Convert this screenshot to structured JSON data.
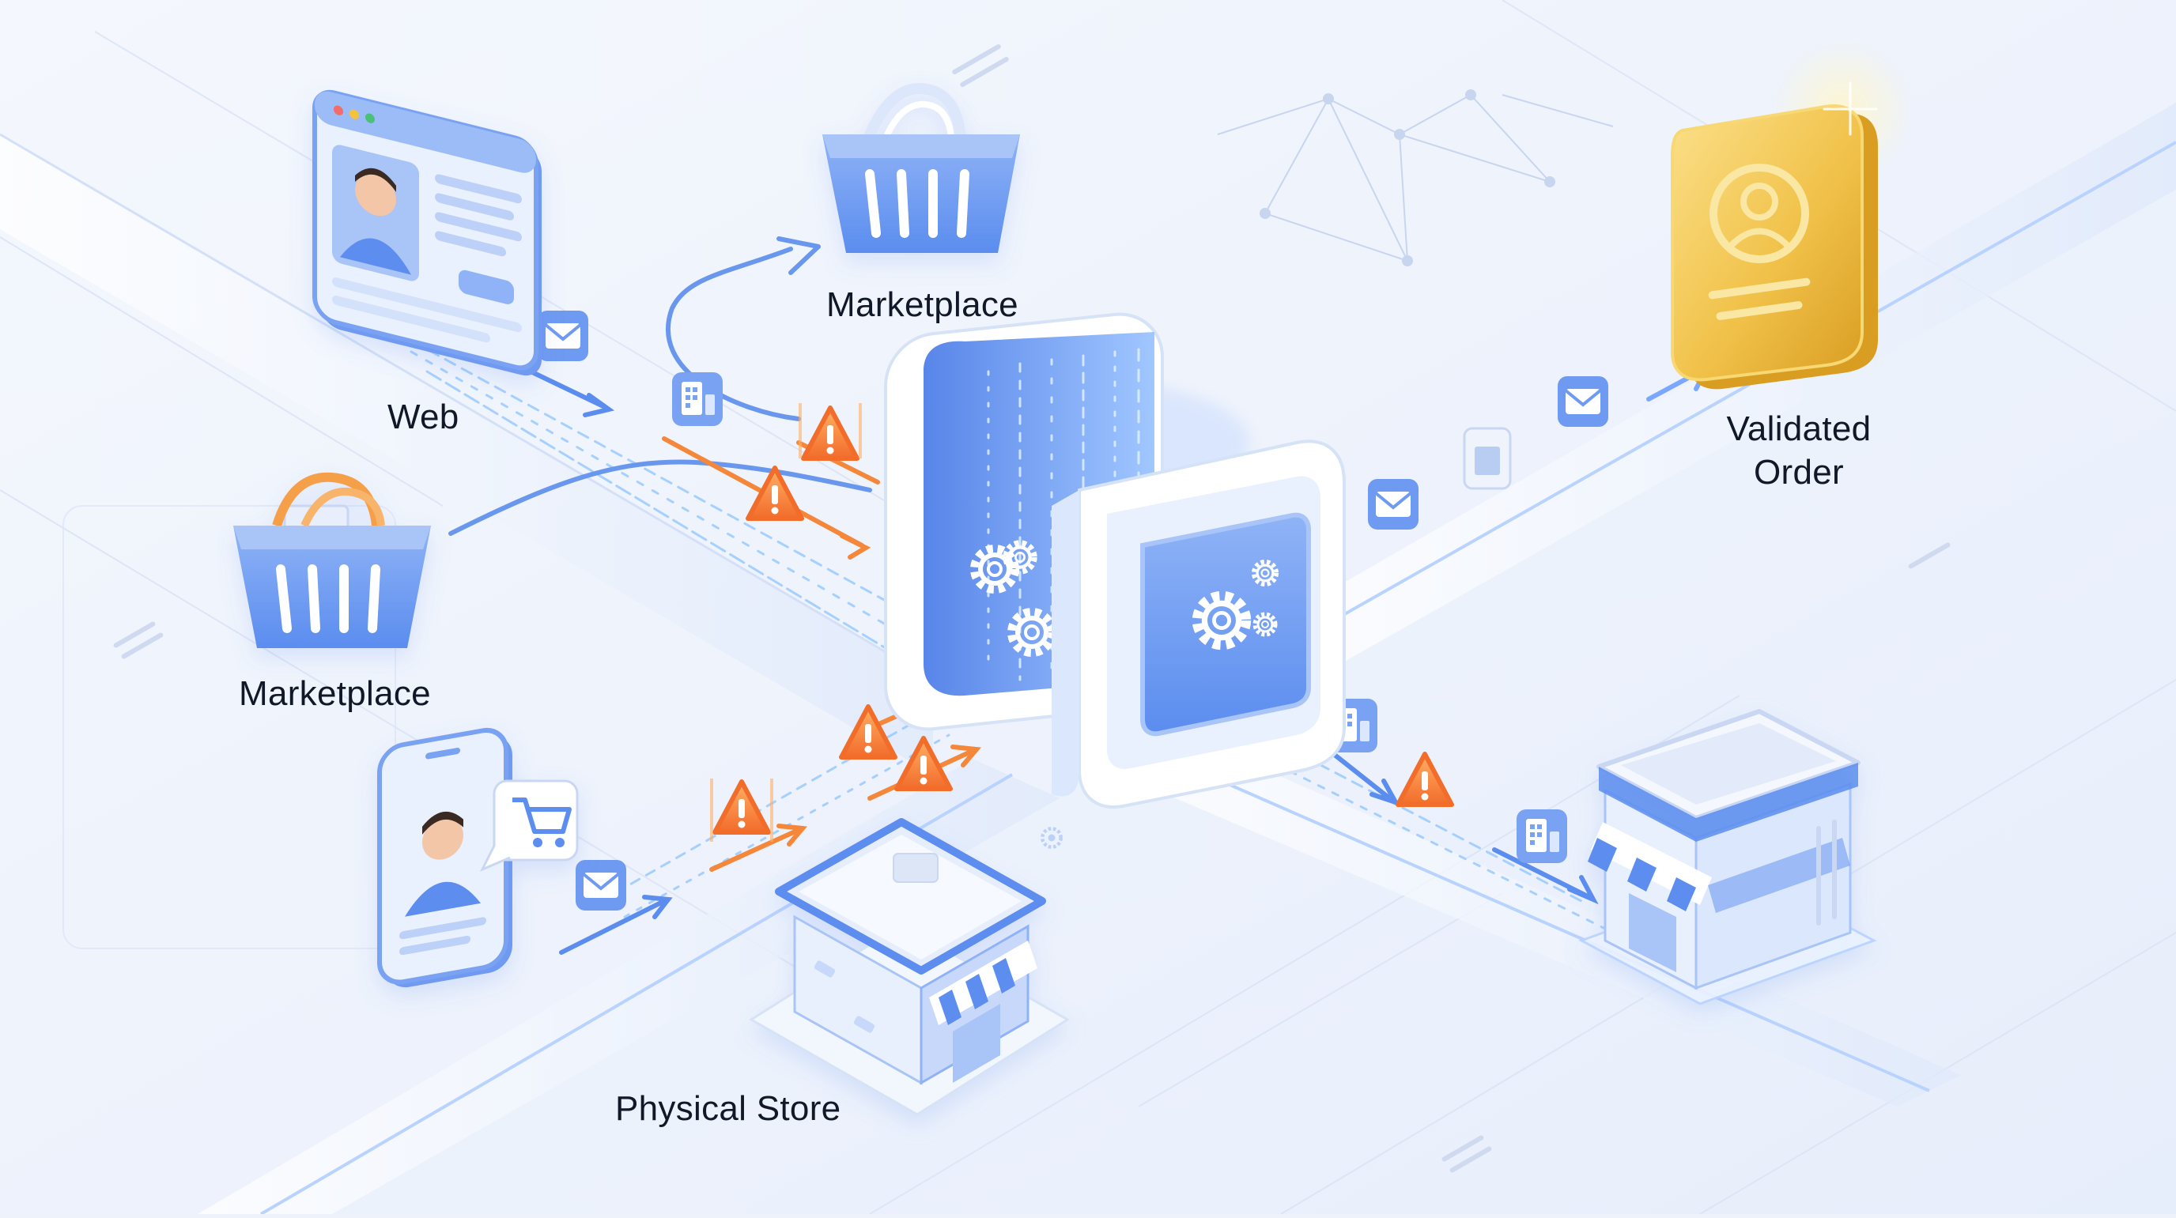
{
  "labels": {
    "web": "Web",
    "marketplace_top": "Marketplace",
    "marketplace_left": "Marketplace",
    "physical_store": "Physical Store",
    "validated_order_line1": "Validated",
    "validated_order_line2": "Order"
  },
  "colors": {
    "background": "#eef2fb",
    "primary_blue": "#5b8def",
    "light_blue": "#c7d8fb",
    "panel_white": "#ffffff",
    "warning_orange": "#f5873a",
    "gold": "#f1c24a",
    "stream_glow": "#8ec5ff"
  },
  "icons": {
    "web": "browser-profile-icon",
    "marketplace_top": "shopping-basket-icon",
    "marketplace_left": "shopping-basket-icon",
    "mobile": "phone-profile-icon",
    "cart_bubble": "cart-icon",
    "physical_store_left": "storefront-icon",
    "physical_store_right": "storefront-icon",
    "processor": "gear-processor-icon",
    "validated_order": "gold-profile-card-icon",
    "message": "envelope-icon",
    "document": "document-icon",
    "warning": "warning-triangle-icon"
  }
}
